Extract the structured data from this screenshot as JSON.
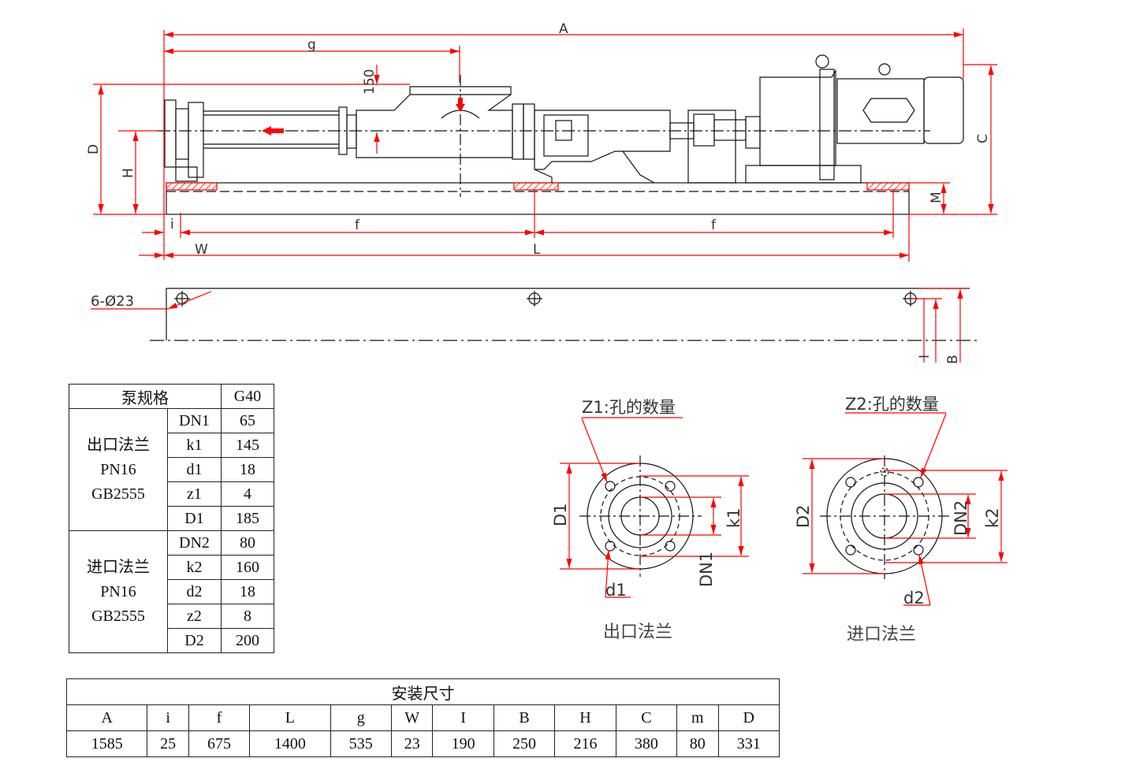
{
  "labels": {
    "A": "A",
    "g": "g",
    "dim150": "150",
    "D": "D",
    "H": "H",
    "C": "C",
    "M": "M",
    "i": "i",
    "f1": "f",
    "f2": "f",
    "W": "W",
    "L": "L",
    "holes": "6-Ø23",
    "I": "I",
    "B": "B"
  },
  "outlet_flange": {
    "caption": "出口法兰",
    "z_note": "Z1:孔的数量",
    "D_label": "D1",
    "k_label": "k1",
    "DN_label": "DN1",
    "d_label": "d1"
  },
  "inlet_flange": {
    "caption": "进口法兰",
    "z_note": "Z2:孔的数量",
    "D_label": "D2",
    "k_label": "k2",
    "DN_label": "DN2",
    "d_label": "d2"
  },
  "spec_table": {
    "header": "泵规格",
    "model": "G40",
    "outlet": {
      "lines": [
        "出口法兰",
        "PN16",
        "GB2555"
      ],
      "rows": [
        {
          "k": "DN1",
          "v": "65"
        },
        {
          "k": "k1",
          "v": "145"
        },
        {
          "k": "d1",
          "v": "18"
        },
        {
          "k": "z1",
          "v": "4"
        },
        {
          "k": "D1",
          "v": "185"
        }
      ]
    },
    "inlet": {
      "lines": [
        "进口法兰",
        "PN16",
        "GB2555"
      ],
      "rows": [
        {
          "k": "DN2",
          "v": "80"
        },
        {
          "k": "k2",
          "v": "160"
        },
        {
          "k": "d2",
          "v": "18"
        },
        {
          "k": "z2",
          "v": "8"
        },
        {
          "k": "D2",
          "v": "200"
        }
      ]
    }
  },
  "install_table": {
    "title": "安装尺寸",
    "headers": [
      "A",
      "i",
      "f",
      "L",
      "g",
      "W",
      "I",
      "B",
      "H",
      "C",
      "m",
      "D"
    ],
    "values": [
      "1585",
      "25",
      "675",
      "1400",
      "535",
      "23",
      "190",
      "250",
      "216",
      "380",
      "80",
      "331"
    ]
  },
  "colors": {
    "dimension": "#ff0000",
    "outline": "#111111",
    "hatch": "#ff0000"
  }
}
